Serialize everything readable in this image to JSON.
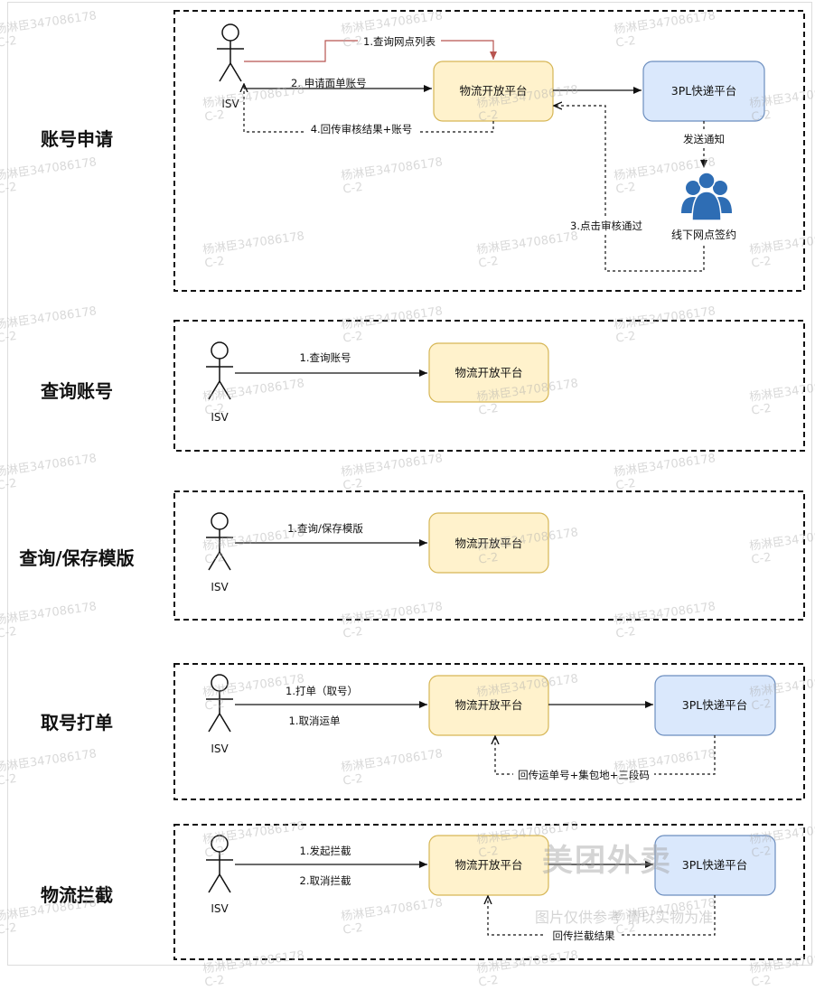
{
  "sections": [
    {
      "title": "账号申请"
    },
    {
      "title": "查询账号"
    },
    {
      "title": "查询/保存模版"
    },
    {
      "title": "取号打单"
    },
    {
      "title": "物流拦截"
    }
  ],
  "actor_label": "ISV",
  "nodes": {
    "platform": "物流开放平台",
    "express": "3PL快递平台",
    "offline": "线下网点签约"
  },
  "edges": {
    "s1_query_outlets": "1.查询网点列表",
    "s1_apply_account": "2. 申请面单账号",
    "s1_notify": "发送通知",
    "s1_approve": "3.点击审核通过",
    "s1_callback": "4.回传审核结果+账号",
    "s2_query_account": "1.查询账号",
    "s3_template": "1.查询/保存模版",
    "s4_print": "1.打单（取号）",
    "s4_cancel": "1.取消运单",
    "s4_callback": "回传运单号+集包地+三段码",
    "s5_intercept": "1.发起拦截",
    "s5_cancel_intercept": "2.取消拦截",
    "s5_callback": "回传拦截结果"
  },
  "watermark": {
    "text": "杨淋臣347086178",
    "suffix": "C-2",
    "logo": "美团外卖",
    "note": "图片仅供参考 请以实物为准"
  },
  "colors": {
    "platform_fill": "#fff2cc",
    "platform_stroke": "#d6b656",
    "express_fill": "#dae8fc",
    "express_stroke": "#6c8ebf",
    "people_icon": "#2e6db4",
    "red_edge": "#b85450"
  }
}
